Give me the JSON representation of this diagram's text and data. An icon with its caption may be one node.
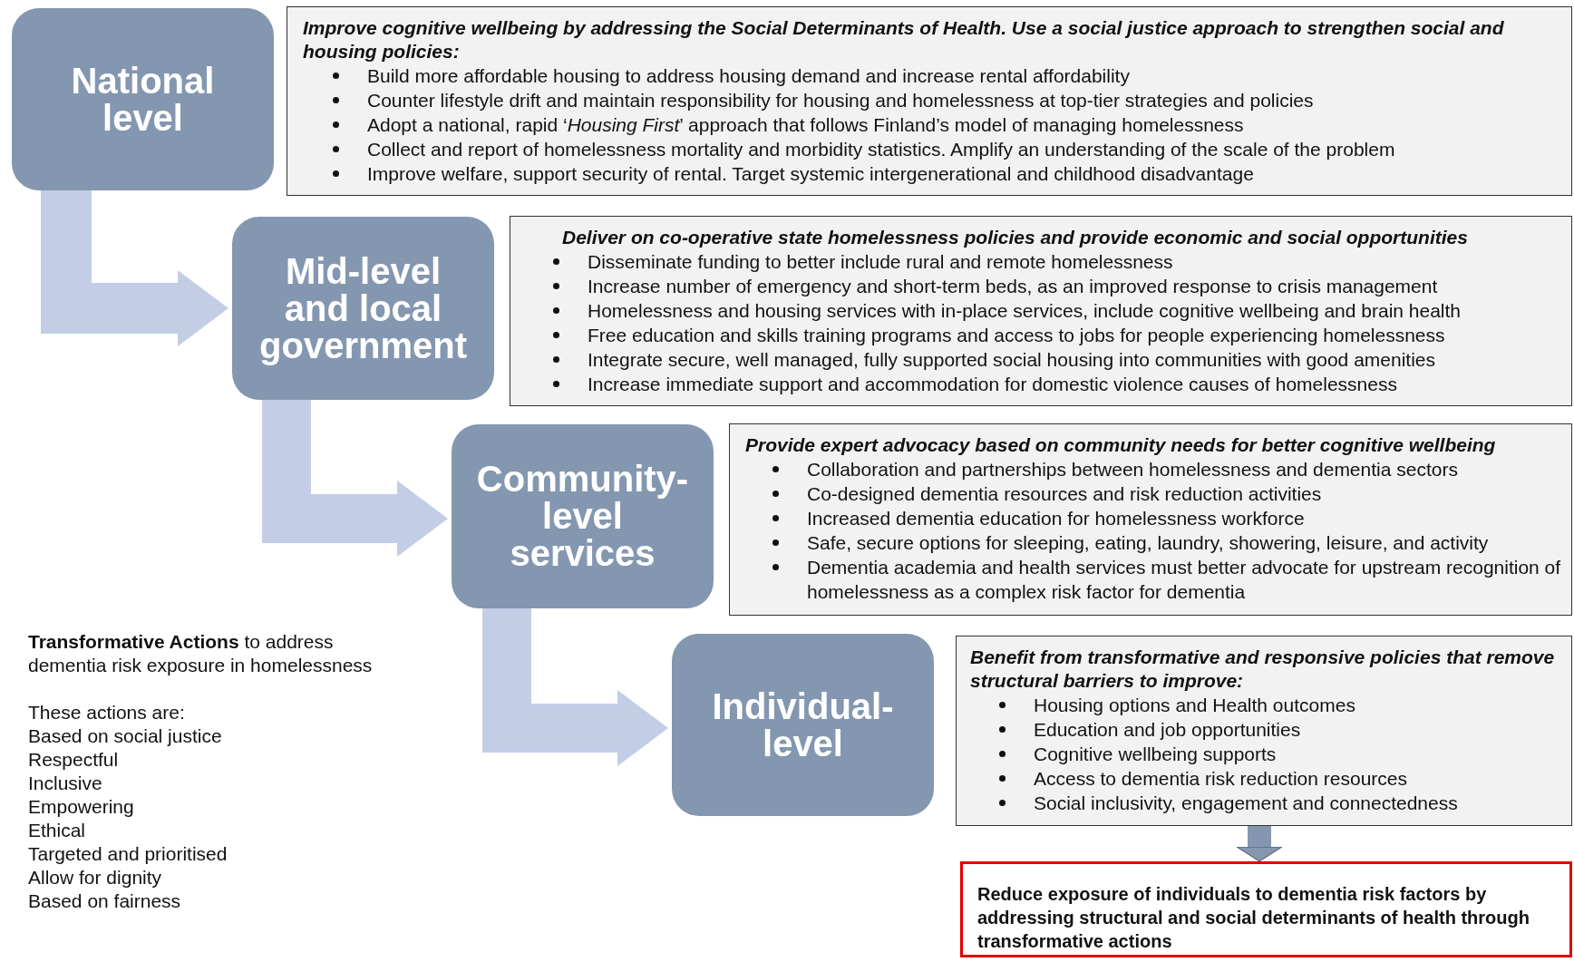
{
  "diagram": {
    "nodes": [
      {
        "text": [
          "National level"
        ]
      },
      {
        "text": [
          "Improve cognitive wellbeing by addressing the Social Determinants of Health. Use a social justice approach to strengthen social and housing policies:",
          "Build more affordable housing to address housing demand and increase rental affordability",
          "Counter lifestyle drift and maintain responsibility for housing and homelessness at top-tier strategies and policies",
          "Adopt a national, rapid ‘*Housing First*’ approach that follows Finland’s model of managing homelessness",
          "Collect and report of homelessness mortality and morbidity statistics. Amplify an understanding of the scale of the problem",
          "Improve welfare, support security of rental. Target systemic intergenerational and childhood disadvantage"
        ]
      },
      {
        "text": [
          "Mid-level and local government"
        ]
      },
      {
        "text": [
          "Deliver on co-operative state homelessness policies and provide economic and social opportunities",
          "Disseminate funding to better include rural and remote homelessness",
          "Increase number of emergency and short-term beds, as an improved response to crisis management",
          "Homelessness and housing services with in-place services, include cognitive wellbeing and brain health",
          "Free education and skills training programs and access to jobs for people experiencing homelessness",
          "Integrate secure, well managed, fully supported social housing into communities with good amenities",
          "Increase immediate support and accommodation for domestic violence causes of homelessness"
        ]
      },
      {
        "text": [
          "Community-level services"
        ]
      },
      {
        "text": [
          "Provide expert advocacy based on community needs for better cognitive wellbeing",
          "Collaboration and partnerships between homelessness and dementia sectors",
          "Co-designed dementia resources and risk reduction activities",
          "Increased dementia education for homelessness workforce",
          "Safe, secure options for sleeping, eating, laundry, showering, leisure, and activity",
          "Dementia academia and health services must better advocate for upstream recognition of homelessness as a complex risk factor for dementia"
        ]
      },
      {
        "text": [
          "Individual-level"
        ]
      },
      {
        "text": [
          "Benefit from transformative and responsive policies that remove structural barriers to improve:",
          "Housing options and Health outcomes",
          "Education and job opportunities",
          "Cognitive wellbeing supports",
          "Access to dementia risk reduction resources",
          "Social inclusivity, engagement and connectedness"
        ]
      },
      {
        "text": [
          "Reduce exposure of individuals to dementia risk factors by addressing structural and social determinants of health through transformative actions"
        ]
      }
    ],
    "edges": [
      {
        "from": 0,
        "to": 2,
        "arrow": "to"
      },
      {
        "from": 2,
        "to": 4,
        "arrow": "to"
      },
      {
        "from": 4,
        "to": 6,
        "arrow": "to"
      },
      {
        "from": 7,
        "to": 8,
        "arrow": "to",
        "color": "#8497b0"
      }
    ],
    "labels": [
      "**Transformative Actions** to address dementia risk exposure in homelessness",
      "These actions are:",
      "Based on social justice",
      "Respectful",
      "Inclusive",
      "Empowering",
      "Ethical",
      "Targeted and prioritised",
      "Allow for dignity",
      "Based on fairness"
    ]
  }
}
